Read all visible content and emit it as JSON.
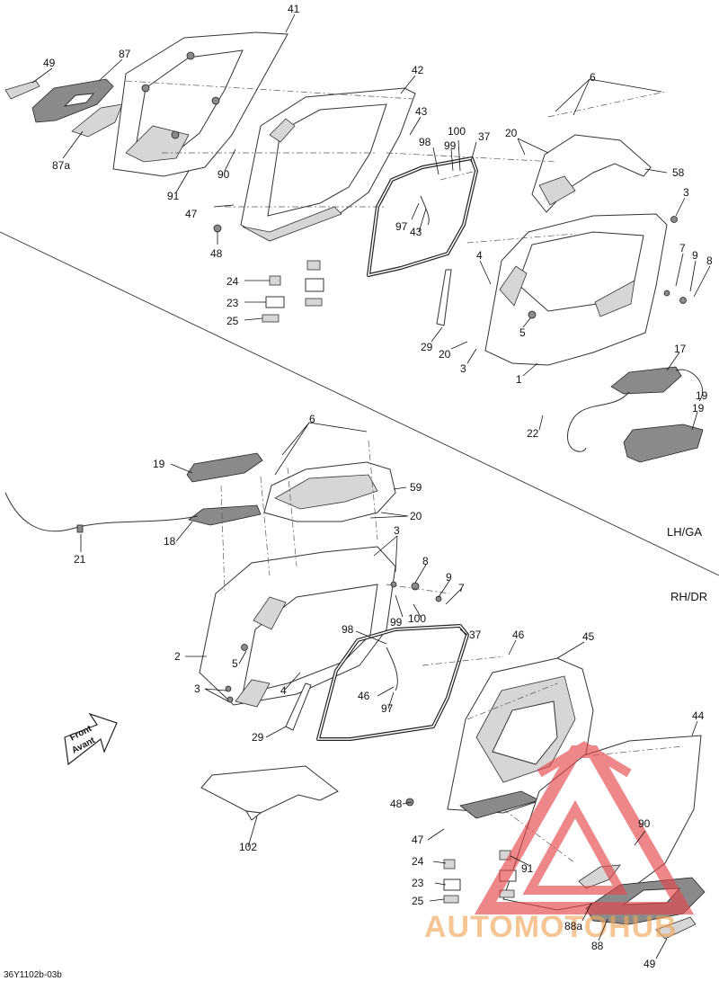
{
  "diagram_code": "36Y1102b-03b",
  "regions": {
    "upper": "LH/GA",
    "lower": "RH/DR"
  },
  "direction_arrow": {
    "line1": "Front",
    "line2": "Avant"
  },
  "watermark": {
    "text": "AUTOMOTOHUB",
    "color": "#e5484d"
  },
  "callouts": {
    "c41": "41",
    "c49a": "49",
    "c87": "87",
    "c87a": "87a",
    "c42": "42",
    "c43a": "43",
    "c90a": "90",
    "c91a": "91",
    "c47a": "47",
    "c48a": "48",
    "c98a": "98",
    "c100a": "100",
    "c99a": "99",
    "c37a": "37",
    "c97a": "97",
    "c43b": "43",
    "c6a": "6",
    "c20a": "20",
    "c58": "58",
    "c3a": "3",
    "c24a": "24",
    "c23a": "23",
    "c25a": "25",
    "c4a": "4",
    "c7a": "7",
    "c9a": "9",
    "c8a": "8",
    "c5a": "5",
    "c29a": "29",
    "c20b": "20",
    "c3b": "3",
    "c1": "1",
    "c17": "17",
    "c19a": "19",
    "c19b": "19",
    "c22": "22",
    "c6b": "6",
    "c19c": "19",
    "c59": "59",
    "c20c": "20",
    "c18": "18",
    "c21": "21",
    "c3c": "3",
    "c8b": "8",
    "c9b": "9",
    "c7b": "7",
    "c99b": "99",
    "c100b": "100",
    "c98b": "98",
    "c37b": "37",
    "c2": "2",
    "c5b": "5",
    "c3d": "3",
    "c4b": "4",
    "c46a": "46",
    "c45": "45",
    "c46b": "46",
    "c97b": "97",
    "c29b": "29",
    "c44": "44",
    "c102": "102",
    "c90b": "90",
    "c48b": "48",
    "c47b": "47",
    "c24b": "24",
    "c91b": "91",
    "c23b": "23",
    "c25b": "25",
    "c88a": "88a",
    "c88": "88",
    "c49b": "49"
  }
}
